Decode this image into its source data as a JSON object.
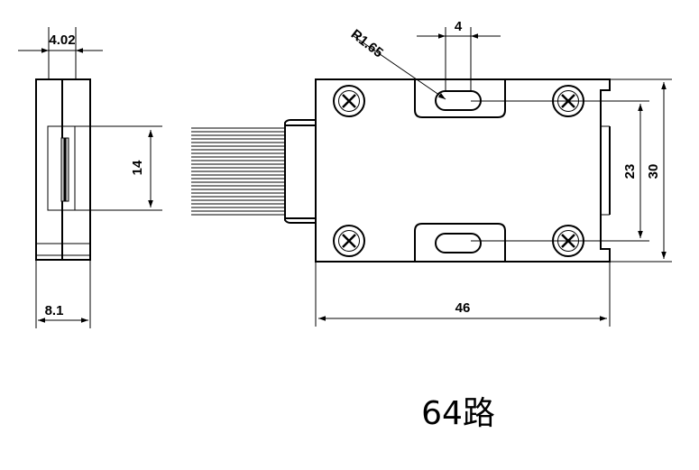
{
  "dimensions": {
    "side_thickness": "4.02",
    "side_height": "14",
    "side_width": "8.1",
    "radius": "R1.65",
    "slot_width": "4",
    "hole_spacing": "23",
    "body_height": "30",
    "body_length": "46"
  },
  "caption": "64路",
  "colors": {
    "line": "#000000",
    "background": "#ffffff"
  },
  "icons": {
    "screw": "phillips-screw-icon"
  }
}
